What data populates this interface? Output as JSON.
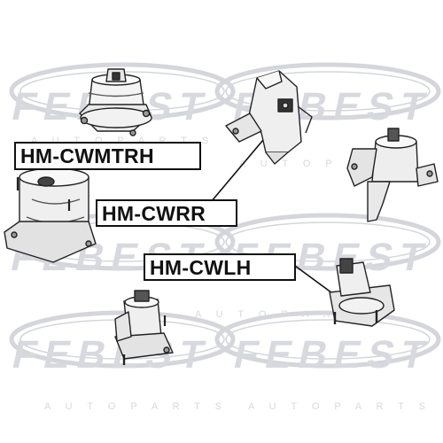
{
  "watermark": {
    "brand": "FEBEST",
    "sub": "A U T O   P A R T S"
  },
  "labels": {
    "cwmtrh": "HM-CWMTRH",
    "cwrr": "HM-CWRR",
    "cwlh": "HM-CWLH"
  },
  "colors": {
    "watermark": "#d4d6dc",
    "ink": "#111111"
  }
}
